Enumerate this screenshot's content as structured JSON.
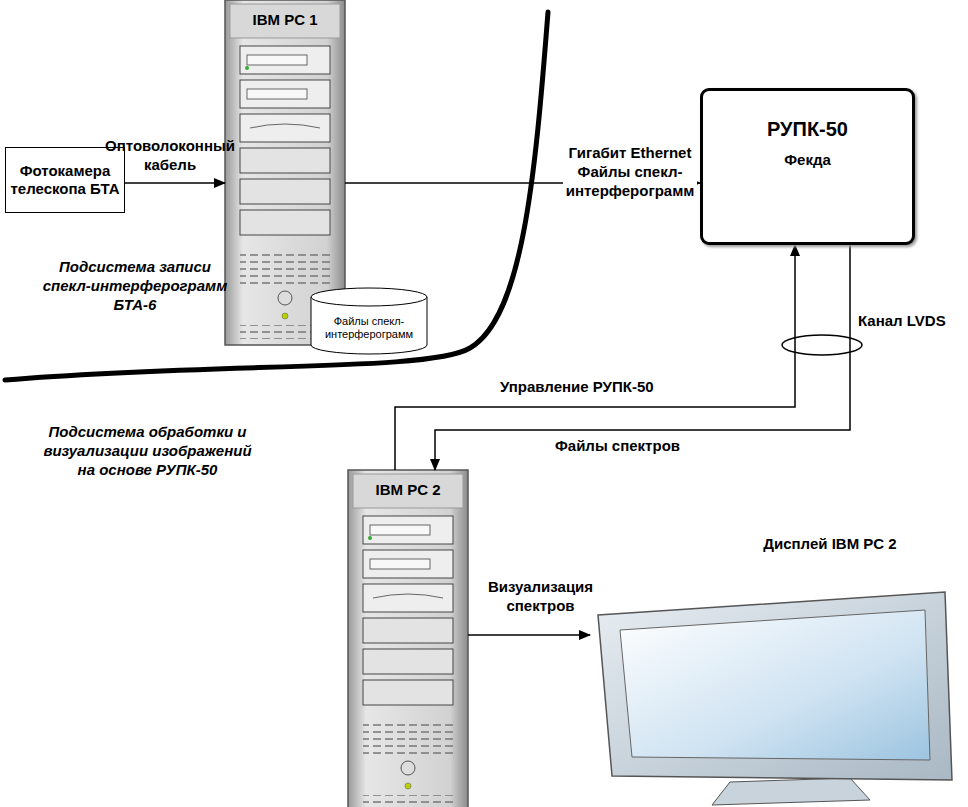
{
  "diagram": {
    "nodes": [
      {
        "text": [
          "Фотокамера телескопа БТА"
        ]
      },
      {
        "text": [
          "IBM PC 1"
        ]
      },
      {
        "text": [
          "Файлы спекл-интерферограмм"
        ],
        "in": 1
      },
      {
        "text": [
          "РУПК-50",
          "Фекда"
        ]
      },
      {
        "text": [
          "IBM PC 2"
        ]
      },
      {
        "text": [
          "Дисплей IBM PC 2"
        ]
      }
    ],
    "edges": [
      {
        "from": 0,
        "to": 1,
        "label": "Оптоволоконный кабель",
        "arrow": "to"
      },
      {
        "from": 1,
        "to": 3,
        "label": "Гигабит Ethernet Файлы спекл-интерферограмм",
        "arrow": "to"
      },
      {
        "from": 4,
        "to": 3,
        "label": "Управление РУПК-50",
        "arrow": "to"
      },
      {
        "from": 3,
        "to": 4,
        "label": "Файлы спектров",
        "arrow": "to"
      },
      {
        "from": 4,
        "to": 5,
        "label": "Визуализация спектров",
        "arrow": "to"
      }
    ],
    "labels": [
      "Подсистема записи спекл-интерферограмм БТА-6",
      "Подсистема обработки и визуализации изображений на основе РУПК-50",
      "Канал LVDS"
    ]
  }
}
